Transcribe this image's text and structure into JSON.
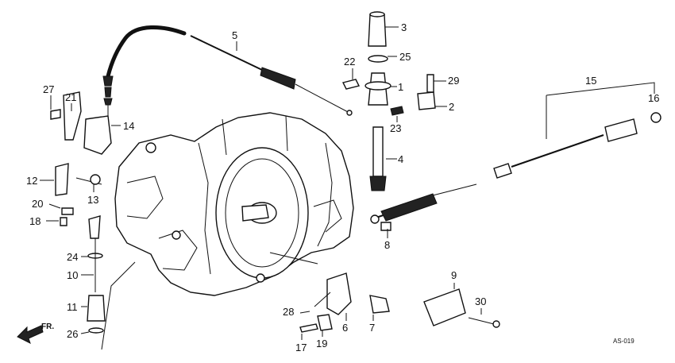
{
  "diagram": {
    "callouts": [
      {
        "id": "1",
        "text": "1"
      },
      {
        "id": "2",
        "text": "2"
      },
      {
        "id": "3",
        "text": "3"
      },
      {
        "id": "4",
        "text": "4"
      },
      {
        "id": "5",
        "text": "5"
      },
      {
        "id": "6",
        "text": "6"
      },
      {
        "id": "7",
        "text": "7"
      },
      {
        "id": "8",
        "text": "8"
      },
      {
        "id": "9",
        "text": "9"
      },
      {
        "id": "10",
        "text": "10"
      },
      {
        "id": "11",
        "text": "11"
      },
      {
        "id": "12",
        "text": "12"
      },
      {
        "id": "13",
        "text": "13"
      },
      {
        "id": "14",
        "text": "14"
      },
      {
        "id": "15",
        "text": "15"
      },
      {
        "id": "16",
        "text": "16"
      },
      {
        "id": "17",
        "text": "17"
      },
      {
        "id": "18",
        "text": "18"
      },
      {
        "id": "19",
        "text": "19"
      },
      {
        "id": "20",
        "text": "20"
      },
      {
        "id": "21",
        "text": "21"
      },
      {
        "id": "22",
        "text": "22"
      },
      {
        "id": "23",
        "text": "23"
      },
      {
        "id": "24",
        "text": "24"
      },
      {
        "id": "25",
        "text": "25"
      },
      {
        "id": "26",
        "text": "26"
      },
      {
        "id": "27",
        "text": "27"
      },
      {
        "id": "28",
        "text": "28"
      },
      {
        "id": "29",
        "text": "29"
      },
      {
        "id": "30",
        "text": "30"
      }
    ],
    "front_arrow_label": "FR.",
    "drawing_code": "AS-019"
  }
}
